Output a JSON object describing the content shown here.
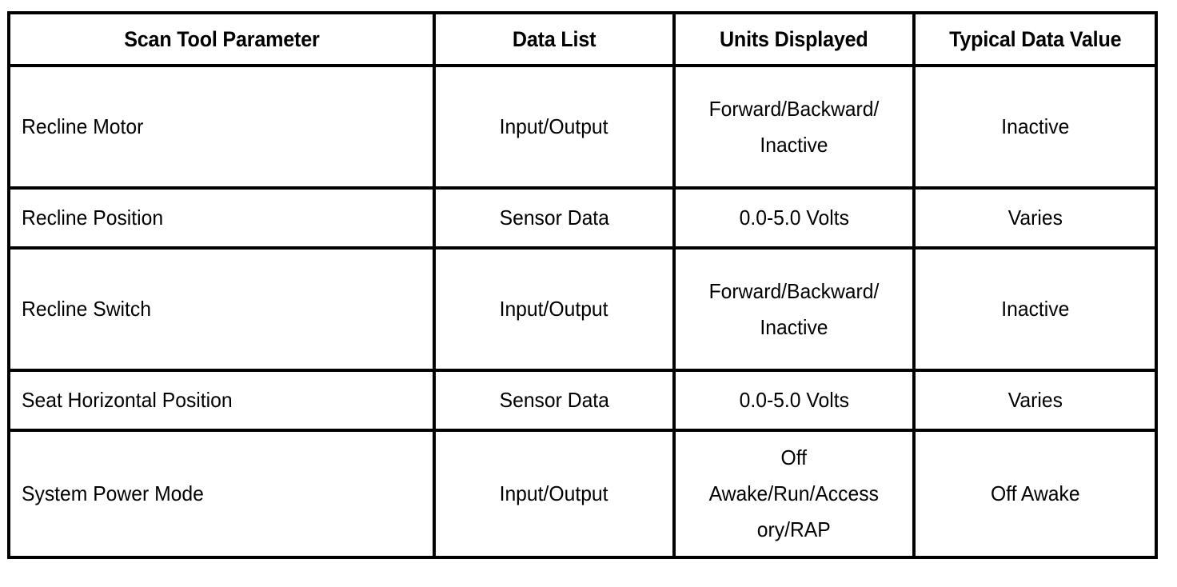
{
  "table": {
    "name": "scan-tool-parameter-table",
    "columns": [
      {
        "key": "parameter",
        "label": "Scan Tool Parameter",
        "align": "left"
      },
      {
        "key": "data_list",
        "label": "Data List",
        "align": "center"
      },
      {
        "key": "units",
        "label": "Units Displayed",
        "align": "center"
      },
      {
        "key": "typical",
        "label": "Typical Data Value",
        "align": "center"
      }
    ],
    "rows": [
      {
        "parameter": "Recline Motor",
        "data_list": "Input/Output",
        "units": "Forward/Backward/\nInactive",
        "typical": "Inactive"
      },
      {
        "parameter": "Recline Position",
        "data_list": "Sensor Data",
        "units": "0.0-5.0 Volts",
        "typical": "Varies"
      },
      {
        "parameter": "Recline Switch",
        "data_list": "Input/Output",
        "units": "Forward/Backward/\nInactive",
        "typical": "Inactive"
      },
      {
        "parameter": "Seat Horizontal Position",
        "data_list": "Sensor Data",
        "units": "0.0-5.0 Volts",
        "typical": "Varies"
      },
      {
        "parameter": "System Power Mode",
        "data_list": "Input/Output",
        "units": "Off\nAwake/Run/Access\nory/RAP",
        "typical": "Off Awake"
      }
    ]
  },
  "colors": {
    "border": "#000000",
    "text": "#000000",
    "background": "#ffffff"
  }
}
